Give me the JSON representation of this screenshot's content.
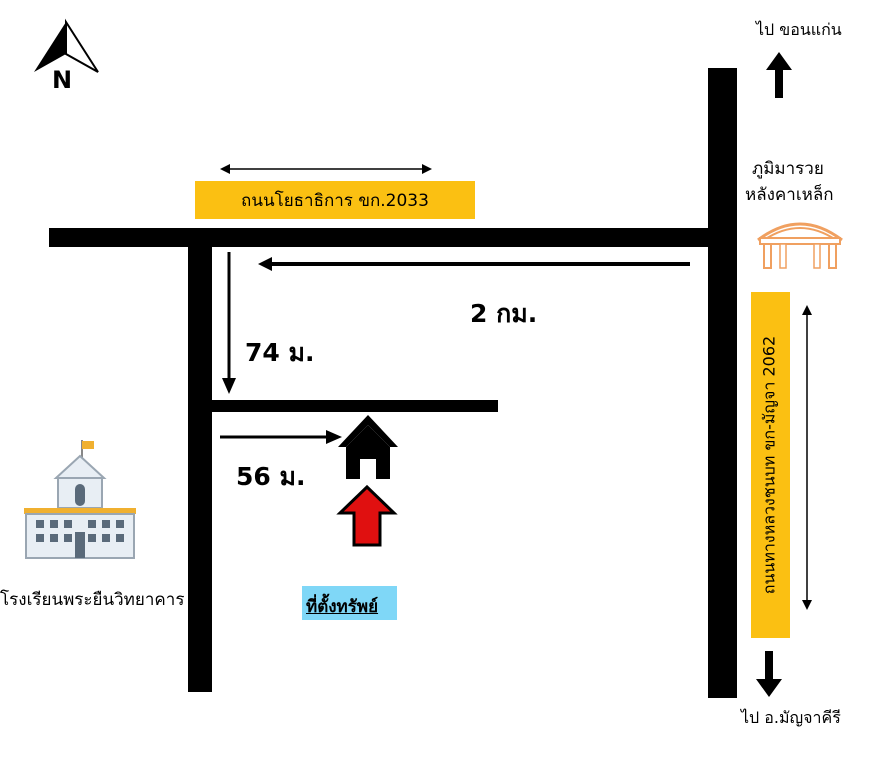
{
  "compass": {
    "label": "N",
    "icon": "north-arrow-icon"
  },
  "roads": {
    "top_road_sign": "ถนนโยธาธิการ ขก.2033",
    "right_road_sign": "ถนนทางหลวงชนบท ขก-มัญจา 2062"
  },
  "destinations": {
    "north": "ไป ขอนแก่น",
    "south": "ไป อ.มัญจาคีรี"
  },
  "landmarks": {
    "pavilion_line1": "ภูมิมารวย",
    "pavilion_line2": "หลังคาเหล็ก",
    "pavilion_icon": "pavilion-icon",
    "school_label": "โรงเรียนพระยืนวิทยาคาร",
    "school_icon": "school-building-icon",
    "house_icon": "house-icon"
  },
  "distances": {
    "main_road": "2 กม.",
    "side_road_down": "74 ม.",
    "to_house": "56 ม."
  },
  "property_label": "ที่ตั้งทรัพย์",
  "colors": {
    "road": "#000000",
    "sign_background": "#fbc012",
    "property_highlight": "#7fd7f7",
    "marker_arrow": "#e01010",
    "pavilion": "#f0a060"
  }
}
